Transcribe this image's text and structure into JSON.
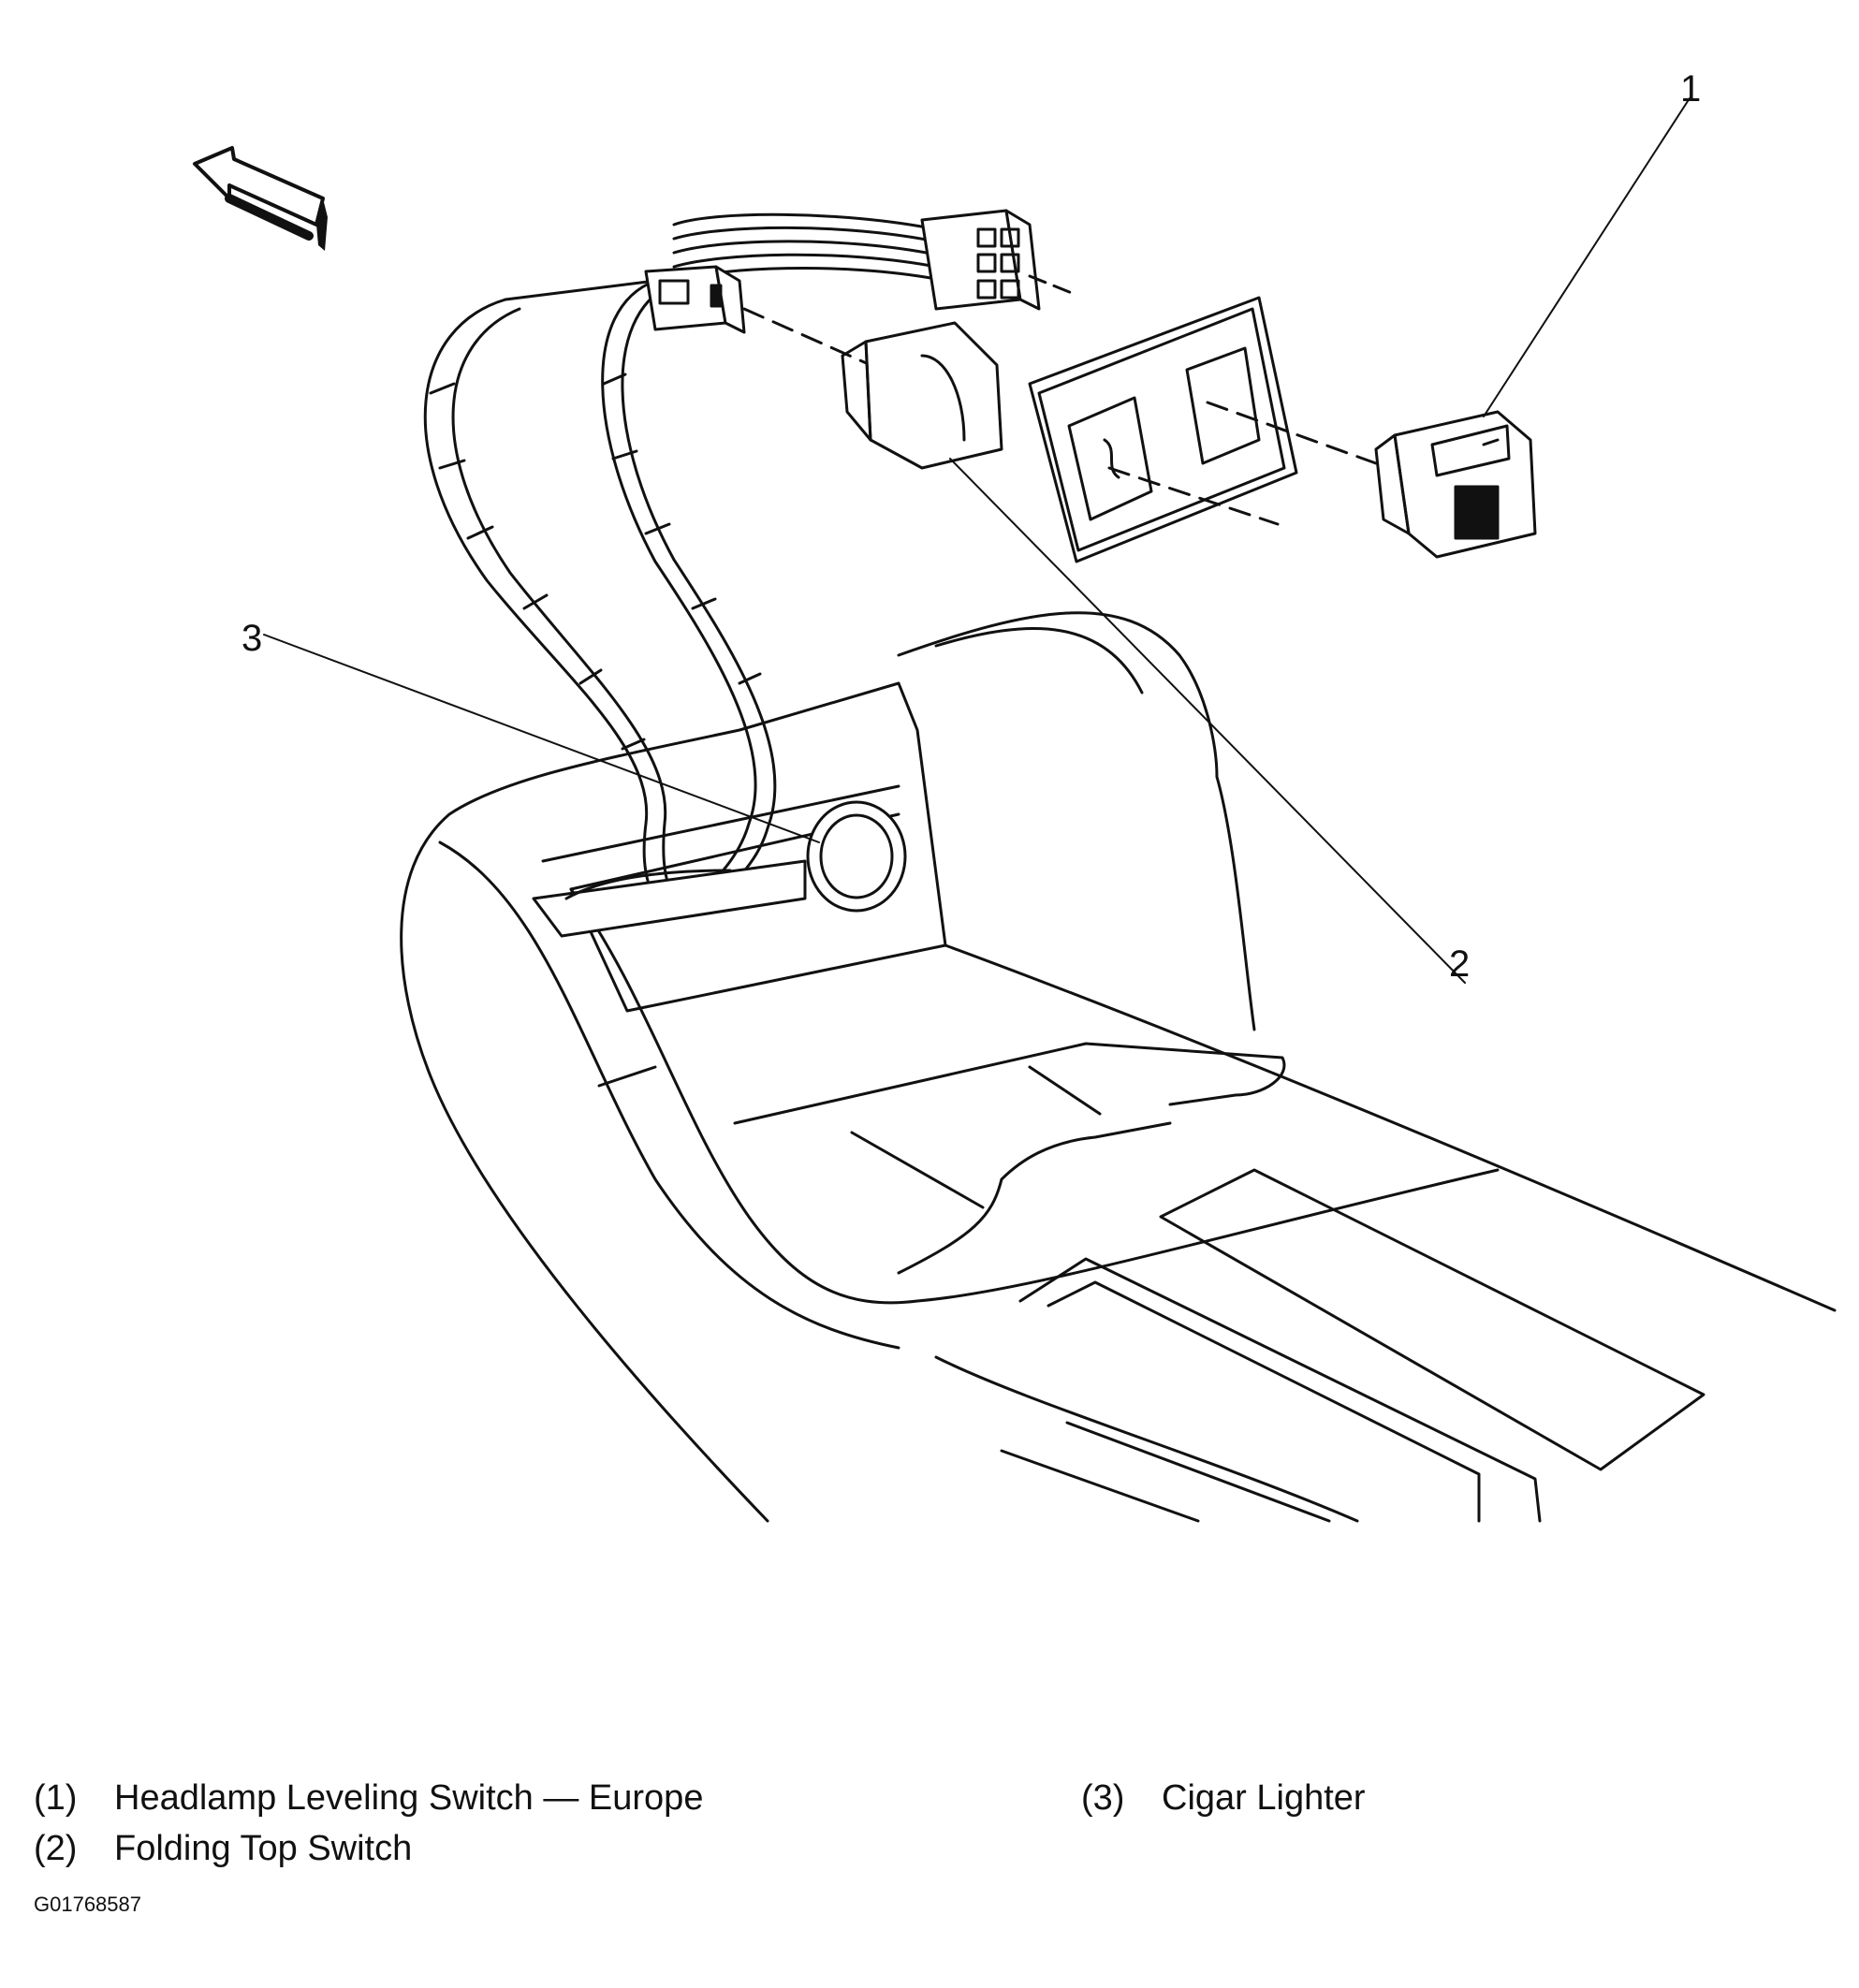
{
  "callouts": {
    "c1": "1",
    "c2": "2",
    "c3": "3"
  },
  "legend": [
    {
      "num": "(1)",
      "label": "Headlamp Leveling Switch — Europe"
    },
    {
      "num": "(2)",
      "label": "Folding Top Switch"
    },
    {
      "num": "(3)",
      "label": "Cigar Lighter"
    }
  ],
  "figure_id": "G01768587",
  "parts": [
    "headlamp-leveling-switch",
    "folding-top-switch",
    "cigar-lighter",
    "switch-bezel",
    "wiring-harness",
    "center-console",
    "direction-arrow"
  ],
  "colors": {
    "line": "#111111",
    "background": "#ffffff"
  }
}
